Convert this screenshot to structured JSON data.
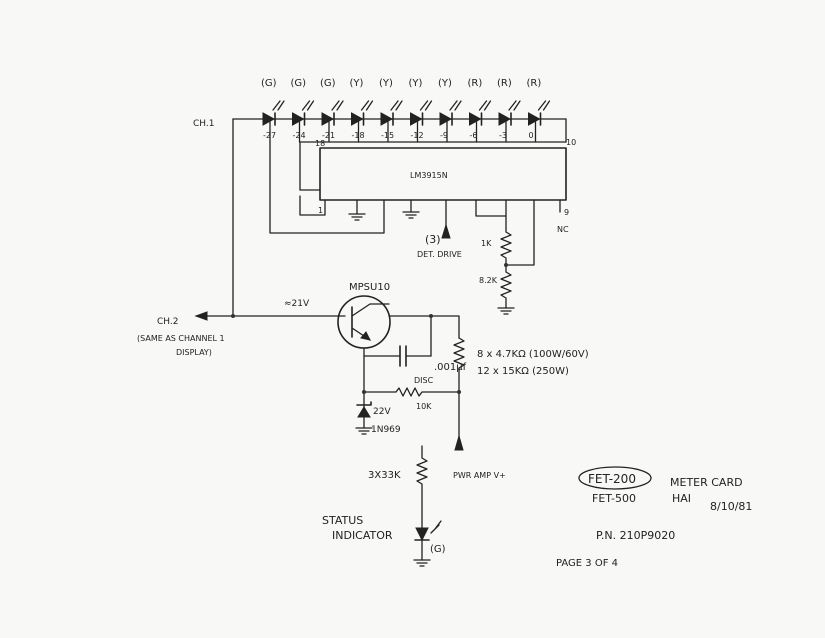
{
  "led_colors": [
    "(G)",
    "(G)",
    "(G)",
    "(Y)",
    "(Y)",
    "(Y)",
    "(Y)",
    "(R)",
    "(R)",
    "(R)"
  ],
  "led_levels": [
    "-27",
    "-24",
    "-21",
    "-18",
    "-15",
    "-12",
    "-9",
    "-6",
    "-3",
    "0"
  ],
  "labels": {
    "ch1": "CH.1",
    "ch2": "CH.2",
    "ch2_note_1": "(SAME AS CHANNEL 1",
    "ch2_note_2": "DISPLAY)",
    "pin18": "18",
    "pin10": "10",
    "pin1": "1",
    "pin9": "9",
    "nc": "NC",
    "ic": "LM3915N",
    "det_drive_num": "(3)",
    "det_drive": "DET. DRIVE",
    "r1": "1K",
    "r2": "8.2K",
    "transistor": "MPSU10",
    "voltage_21": "≈21V",
    "res_bank_1": "8 x 4.7KΩ (100W/60V)",
    "res_bank_2": "12 x 15KΩ (250W)",
    "cap": ".001µf",
    "cap_type": "DISC",
    "r10k": "10K",
    "zener_v": "22V",
    "zener": "1N969",
    "pwr": "PWR AMP V+",
    "r33k": "3X33K",
    "status_1": "STATUS",
    "status_2": "INDICATOR",
    "status_led": "(G)",
    "model": "FET-200",
    "model2": "FET-500",
    "card": "METER CARD",
    "author": "HAI",
    "date": "8/10/81",
    "pn": "P.N. 210P9020",
    "page": "PAGE 3 OF 4"
  }
}
